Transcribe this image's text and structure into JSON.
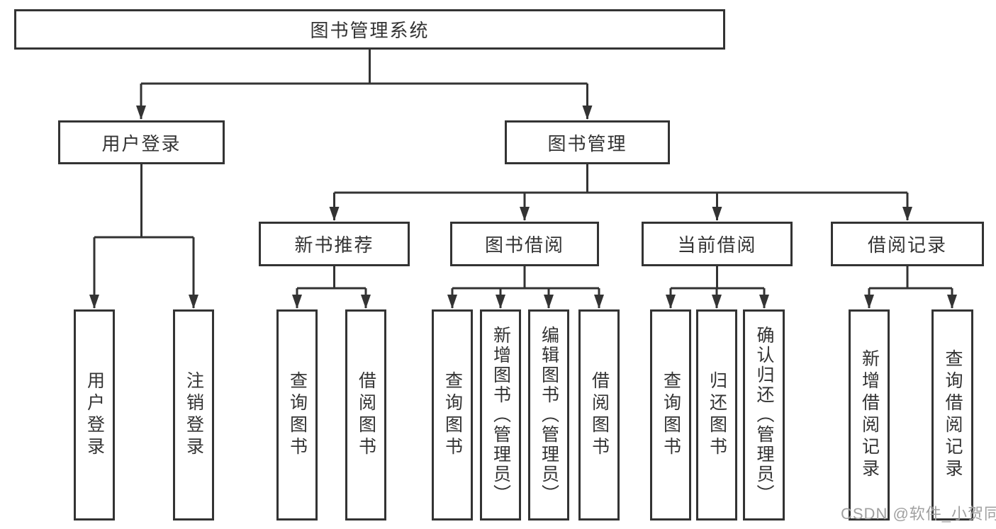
{
  "colors": {
    "line": "#333333",
    "box_border": "#333333",
    "text": "#333333",
    "watermark_text": "#a0a0a0",
    "background": "#ffffff"
  },
  "tree": {
    "root": "图书管理系统",
    "children": [
      {
        "label": "用户登录",
        "children": [
          {
            "label": "用户登录"
          },
          {
            "label": "注销登录"
          }
        ]
      },
      {
        "label": "图书管理",
        "children": [
          {
            "label": "新书推荐",
            "children": [
              {
                "label": "查询图书"
              },
              {
                "label": "借阅图书"
              }
            ]
          },
          {
            "label": "图书借阅",
            "children": [
              {
                "label": "查询图书"
              },
              {
                "label": "新增图书（管理员）"
              },
              {
                "label": "编辑图书（管理员）"
              },
              {
                "label": "借阅图书"
              }
            ]
          },
          {
            "label": "当前借阅",
            "children": [
              {
                "label": "查询图书"
              },
              {
                "label": "归还图书"
              },
              {
                "label": "确认归还（管理员）"
              }
            ]
          },
          {
            "label": "借阅记录",
            "children": [
              {
                "label": "新增借阅记录"
              },
              {
                "label": "查询借阅记录"
              }
            ]
          }
        ]
      }
    ]
  },
  "watermark": "CSDN @软件_小贺同学"
}
